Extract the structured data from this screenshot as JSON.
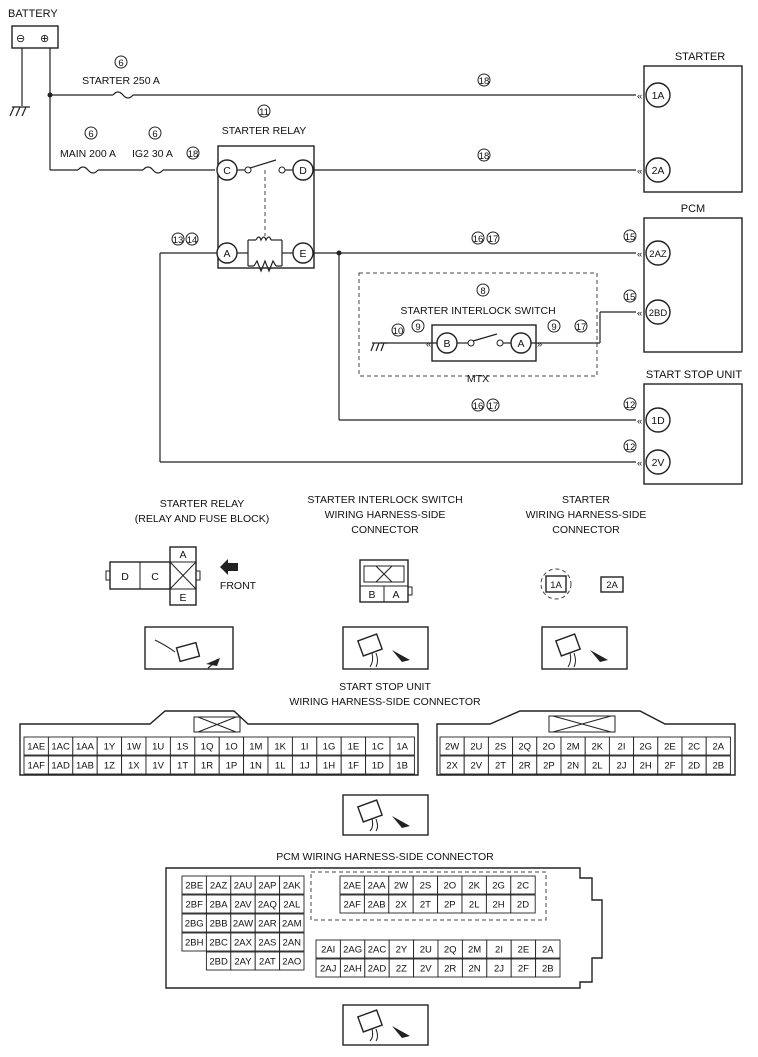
{
  "battery": {
    "label": "BATTERY",
    "minus": "⊖",
    "plus": "⊕"
  },
  "fuses": {
    "starter": {
      "num": "6",
      "label": "STARTER 250 A"
    },
    "main": {
      "num": "6",
      "label": "MAIN 200 A"
    },
    "ig2": {
      "num": "6",
      "label": "IG2 30 A"
    }
  },
  "starter_relay": {
    "num": "11",
    "title": "STARTER RELAY",
    "terminals": [
      "C",
      "D",
      "A",
      "E"
    ]
  },
  "wire_refs": {
    "r18a": "18",
    "r18b": "18",
    "r18c": "18",
    "r13": "13",
    "r14": "14",
    "r16a": "16",
    "r17a": "17",
    "r16b": "16",
    "r17b": "17",
    "r10": "10",
    "r9a": "9",
    "r9b": "9",
    "r17c": "17",
    "r15a": "15",
    "r15b": "15",
    "r12a": "12",
    "r12b": "12"
  },
  "starter": {
    "title": "STARTER",
    "pins": [
      "1A",
      "2A"
    ]
  },
  "pcm": {
    "title": "PCM",
    "pins": [
      "2AZ",
      "2BD"
    ]
  },
  "interlock": {
    "num": "8",
    "title": "STARTER INTERLOCK SWITCH",
    "pins": [
      "B",
      "A"
    ],
    "group": "MTX"
  },
  "ssu": {
    "title": "START STOP UNIT",
    "pins": [
      "1D",
      "2V"
    ]
  },
  "connectors": {
    "relay": {
      "title1": "STARTER RELAY",
      "title2": "(RELAY AND FUSE BLOCK)",
      "cells": [
        "D",
        "C",
        "A",
        "E"
      ],
      "front": "FRONT"
    },
    "interlock": {
      "title1": "STARTER INTERLOCK SWITCH",
      "title2": "WIRING HARNESS-SIDE",
      "title3": "CONNECTOR",
      "cells": [
        "B",
        "A"
      ]
    },
    "starter": {
      "title1": "STARTER",
      "title2": "WIRING HARNESS-SIDE",
      "title3": "CONNECTOR",
      "cells": [
        "1A",
        "2A"
      ]
    }
  },
  "ssu_connector": {
    "title1": "START STOP UNIT",
    "title2": "WIRING HARNESS-SIDE CONNECTOR",
    "left_top": [
      "1AE",
      "1AC",
      "1AA",
      "1Y",
      "1W",
      "1U",
      "1S",
      "1Q",
      "1O",
      "1M",
      "1K",
      "1I",
      "1G",
      "1E",
      "1C",
      "1A"
    ],
    "left_bot": [
      "1AF",
      "1AD",
      "1AB",
      "1Z",
      "1X",
      "1V",
      "1T",
      "1R",
      "1P",
      "1N",
      "1L",
      "1J",
      "1H",
      "1F",
      "1D",
      "1B"
    ],
    "right_top": [
      "2W",
      "2U",
      "2S",
      "2Q",
      "2O",
      "2M",
      "2K",
      "2I",
      "2G",
      "2E",
      "2C",
      "2A"
    ],
    "right_bot": [
      "2X",
      "2V",
      "2T",
      "2R",
      "2P",
      "2N",
      "2L",
      "2J",
      "2H",
      "2F",
      "2D",
      "2B"
    ]
  },
  "pcm_connector": {
    "title": "PCM WIRING HARNESS-SIDE CONNECTOR",
    "left_rows": [
      [
        "2BE",
        "2AZ",
        "2AU",
        "2AP",
        "2AK"
      ],
      [
        "2BF",
        "2BA",
        "2AV",
        "2AQ",
        "2AL"
      ],
      [
        "2BG",
        "2BB",
        "2AW",
        "2AR",
        "2AM"
      ],
      [
        "2BH",
        "2BC",
        "2AX",
        "2AS",
        "2AN"
      ],
      [
        "",
        "2BD",
        "2AY",
        "2AT",
        "2AO"
      ]
    ],
    "right_top": [
      [
        "2AE",
        "2AA",
        "2W",
        "2S",
        "2O",
        "2K",
        "2G",
        "2C"
      ],
      [
        "2AF",
        "2AB",
        "2X",
        "2T",
        "2P",
        "2L",
        "2H",
        "2D"
      ]
    ],
    "right_bot": [
      [
        "2AI",
        "2AG",
        "2AC",
        "2Y",
        "2U",
        "2Q",
        "2M",
        "2I",
        "2E",
        "2A"
      ],
      [
        "2AJ",
        "2AH",
        "2AD",
        "2Z",
        "2V",
        "2R",
        "2N",
        "2J",
        "2F",
        "2B"
      ]
    ]
  }
}
